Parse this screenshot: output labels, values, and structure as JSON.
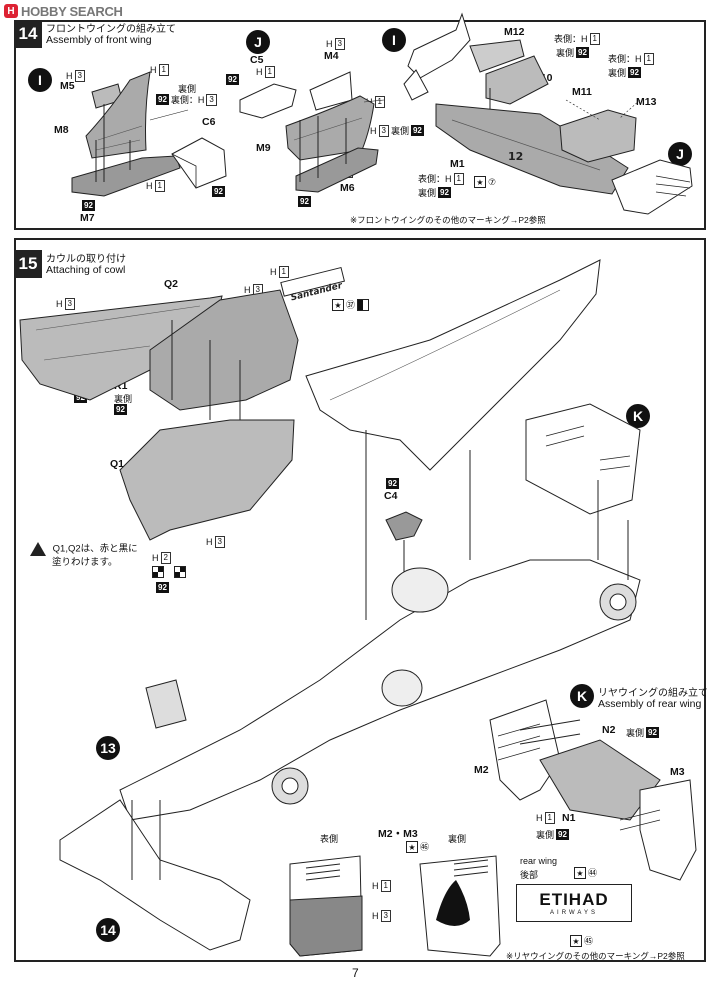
{
  "brand": {
    "mark": "H",
    "name": "HOBBY SEARCH"
  },
  "step14": {
    "number": "14",
    "title_jp": "フロントウイングの組み立て",
    "title_en": "Assembly of front wing",
    "note": "※フロントウイングのその他のマーキング→P2参照"
  },
  "step15": {
    "number": "15",
    "title_jp": "カウルの取り付け",
    "title_en": "Attaching of cowl",
    "warning": [
      "Q1,Q2は、赤と黒に",
      "塗りわけます。"
    ]
  },
  "sub_k": {
    "title_jp": "リヤウイングの組み立て",
    "title_en": "Assembly of rear wing",
    "note": "※リヤウイングのその他のマーキング→P2参照"
  },
  "markers": {
    "i": "I",
    "j": "J",
    "k": "K",
    "s13": "13",
    "s14": "14"
  },
  "labels": {
    "M5": "M5",
    "M8": "M8",
    "M7": "M7",
    "C6": "C6",
    "C5": "C5",
    "M4": "M4",
    "M9": "M9",
    "M6": "M6",
    "M12": "M12",
    "M10": "M10",
    "M11": "M11",
    "M13": "M13",
    "M1": "M1",
    "Q2": "Q2",
    "R1": "R1",
    "Q1": "Q1",
    "C4": "C4",
    "N2": "N2",
    "N1": "N1",
    "M2": "M2",
    "M3": "M3",
    "M2M3": "M2・M3"
  },
  "text": {
    "h": "H",
    "one": "1",
    "two": "2",
    "three": "3",
    "n92": "92",
    "omote": "表側",
    "ura": "裏側",
    "ura_h": "裏側：H",
    "omote_h": "表側：H",
    "n7": "⑦",
    "n37": "㊲",
    "n46": "㊻",
    "n44": "㊹",
    "n45": "㊺",
    "rear_wing": "rear wing",
    "kobu": "後部",
    "etihad": "ETIHAD",
    "airways": "AIRWAYS",
    "santander": "Santander",
    "page": "7"
  }
}
